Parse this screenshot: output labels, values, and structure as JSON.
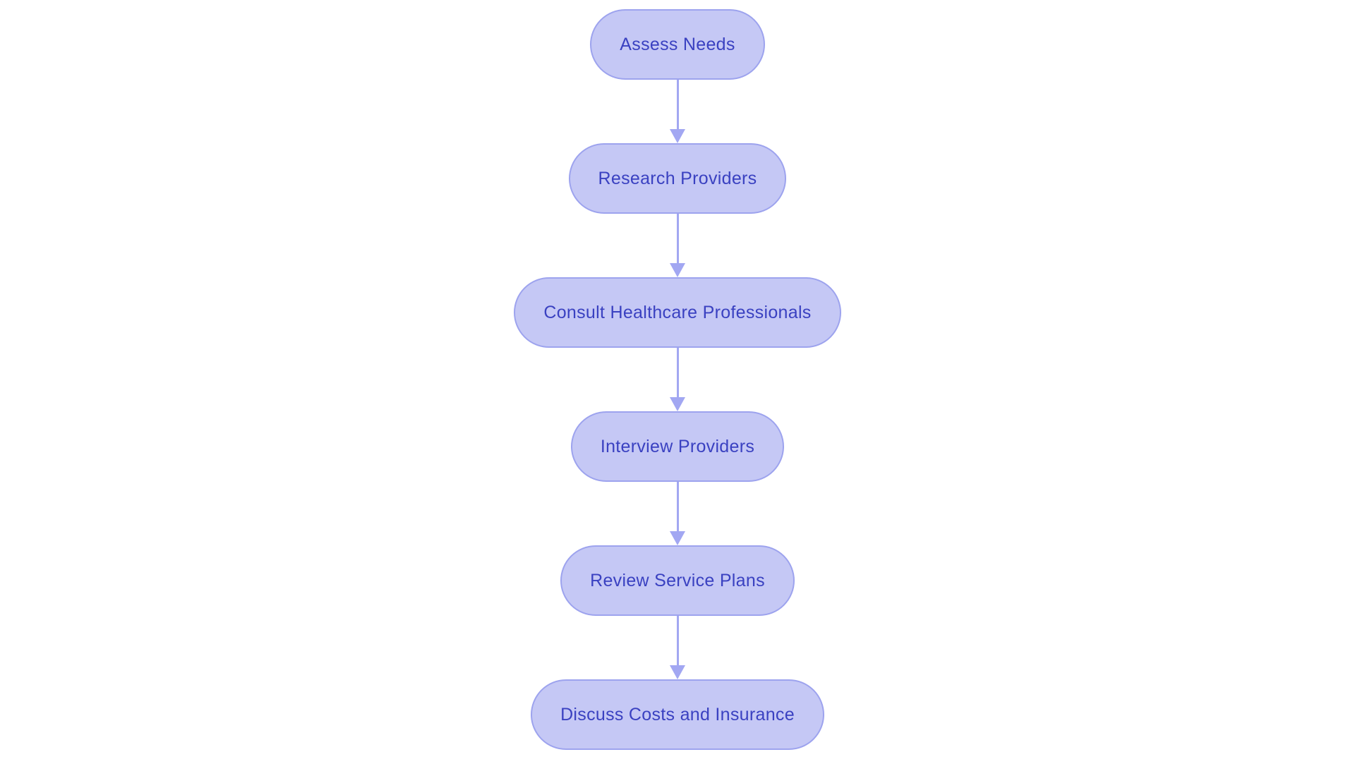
{
  "diagram": {
    "type": "flowchart",
    "direction": "top-down",
    "colors": {
      "background": "#ffffff",
      "node_fill": "#c5c8f5",
      "node_border": "#9da3ee",
      "node_text": "#3a41c1",
      "arrow": "#a2a7f2"
    },
    "nodes": [
      {
        "id": "assess-needs",
        "label": "Assess Needs"
      },
      {
        "id": "research-providers",
        "label": "Research Providers"
      },
      {
        "id": "consult-healthcare-professionals",
        "label": "Consult Healthcare Professionals"
      },
      {
        "id": "interview-providers",
        "label": "Interview Providers"
      },
      {
        "id": "review-service-plans",
        "label": "Review Service Plans"
      },
      {
        "id": "discuss-costs-and-insurance",
        "label": "Discuss Costs and Insurance"
      }
    ],
    "edges": [
      {
        "from": "assess-needs",
        "to": "research-providers"
      },
      {
        "from": "research-providers",
        "to": "consult-healthcare-professionals"
      },
      {
        "from": "consult-healthcare-professionals",
        "to": "interview-providers"
      },
      {
        "from": "interview-providers",
        "to": "review-service-plans"
      },
      {
        "from": "review-service-plans",
        "to": "discuss-costs-and-insurance"
      }
    ]
  }
}
